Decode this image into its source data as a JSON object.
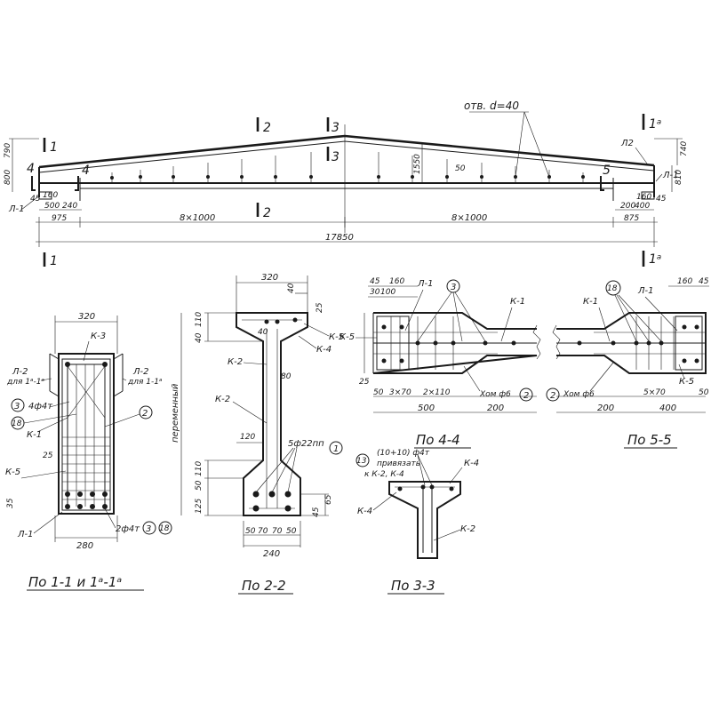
{
  "elevation": {
    "section_marks": [
      "1",
      "2",
      "3",
      "1ᵃ",
      "2",
      "3",
      "1",
      "1ᵃ"
    ],
    "left_numbers": [
      "4",
      "4"
    ],
    "right_number": "5",
    "opening_label": "отв. d=40",
    "labels": {
      "L1_left": "Л-1",
      "L1_right": "Л-1",
      "L2": "Л2"
    },
    "dims": {
      "h_left_top": "790",
      "h_left_low": "800",
      "h_right_top": "740",
      "h_right_low": "810",
      "center_height": "1550",
      "mid_50": "50",
      "d_500": "500",
      "d_240": "240",
      "d_975_left": "975",
      "span_left": "8×1000",
      "span_right": "8×1000",
      "d_875": "875",
      "d_400": "400",
      "d_200": "200",
      "d_160_right": "160",
      "d_45_right": "45",
      "d_160_left": "160",
      "d_45_left": "45",
      "total": "17850"
    }
  },
  "section_1": {
    "caption": "По 1-1 и 1ᵃ-1ᵃ",
    "width_top": "320",
    "width_bottom": "280",
    "labels": {
      "K3": "К-3",
      "L2_left": "Л-2",
      "L2_left_note": "для 1ᵃ-1ᵃ",
      "L2_right": "Л-2",
      "L2_right_note": "для 1-1ᵃ",
      "bars": "4ф4т",
      "K1": "К-1",
      "K5": "К-5",
      "L1": "Л-1",
      "bars_bottom": "2ф4т",
      "d25": "25",
      "d35": "35"
    },
    "callouts": [
      "3",
      "18",
      "2",
      "3",
      "18"
    ]
  },
  "section_2": {
    "caption": "По 2-2",
    "dims": {
      "top": "320",
      "d40_top": "40",
      "d25_top": "25",
      "left_40": "40",
      "left_110": "110",
      "web_80": "80",
      "web_120": "120",
      "vert_110": "110",
      "vert_50": "50",
      "vert_125": "125",
      "right_65": "65",
      "right_45": "45",
      "bottom_row": [
        "50",
        "70",
        "70",
        "50"
      ],
      "bottom": "240"
    },
    "labels": {
      "K5": "К-5",
      "K4": "К-4",
      "K2_a": "К-2",
      "K2_b": "К-2",
      "bars": "5ф22пп",
      "variable": "переменный"
    },
    "callout": "1"
  },
  "section_3": {
    "caption": "По 3-3",
    "callout": "13",
    "note_line1": "(10+10) ф4т",
    "note_line2": "привязать",
    "note_line3": "к К-2, К-4",
    "labels": {
      "K4_a": "К-4",
      "K4_b": "К-4",
      "K2": "К-2"
    }
  },
  "section_4": {
    "caption": "По 4-4",
    "dims": {
      "d45": "45",
      "d160": "160",
      "d30": "30",
      "d100": "100",
      "d25": "25",
      "d50": "50",
      "d3x70": "3×70",
      "d2x110": "2×110",
      "d500": "500",
      "d200": "200"
    },
    "labels": {
      "L1": "Л-1",
      "K1": "К-1",
      "K5": "К-5",
      "hom": "Хом ф6"
    },
    "callouts": [
      "3",
      "2"
    ]
  },
  "section_5": {
    "caption": "По 5-5",
    "dims": {
      "d160": "160",
      "d45": "45",
      "d5x70": "5×70",
      "d50": "50",
      "d200": "200",
      "d400": "400"
    },
    "labels": {
      "K1": "К-1",
      "L1": "Л-1",
      "K5": "К-5",
      "hom": "Хом ф6"
    },
    "callouts": [
      "18",
      "2"
    ]
  }
}
